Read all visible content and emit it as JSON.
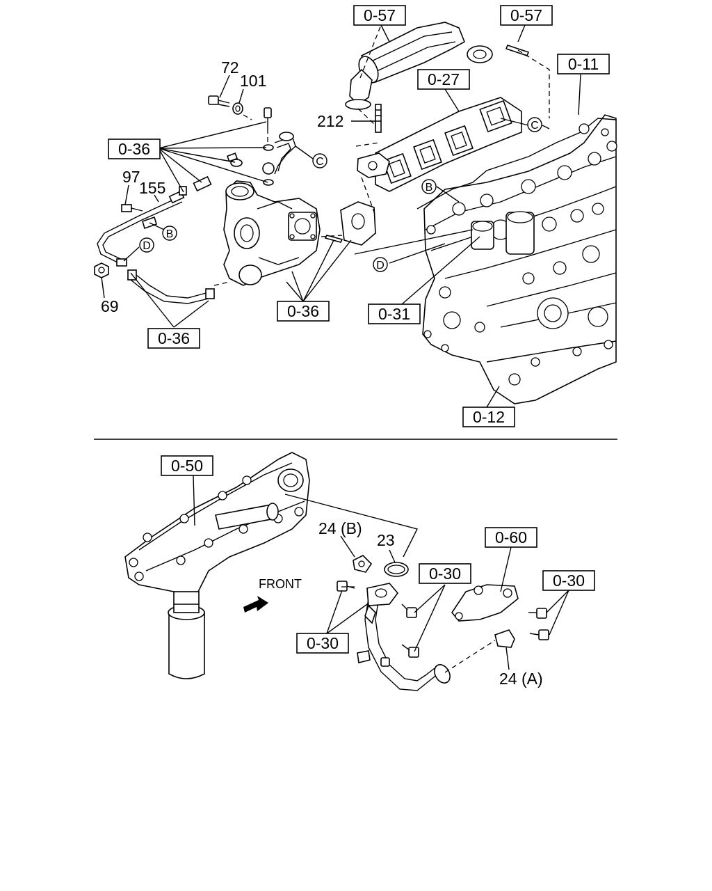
{
  "refs": {
    "r057a": "0-57",
    "r057b": "0-57",
    "r011": "0-11",
    "r027": "0-27",
    "r036a": "0-36",
    "r036b": "0-36",
    "r036c": "0-36",
    "r031": "0-31",
    "r012": "0-12",
    "r050": "0-50",
    "r060": "0-60",
    "r030a": "0-30",
    "r030b": "0-30",
    "r030c": "0-30"
  },
  "parts": {
    "p72": "72",
    "p101": "101",
    "p212": "212",
    "p97": "97",
    "p155": "155",
    "p69": "69",
    "p24b": "24 (B)",
    "p23": "23",
    "p24a": "24 (A)"
  },
  "markers": {
    "c1": "C",
    "c2": "C",
    "b1": "B",
    "b2": "B",
    "d1": "D",
    "d2": "D"
  },
  "front_label": "FRONT"
}
